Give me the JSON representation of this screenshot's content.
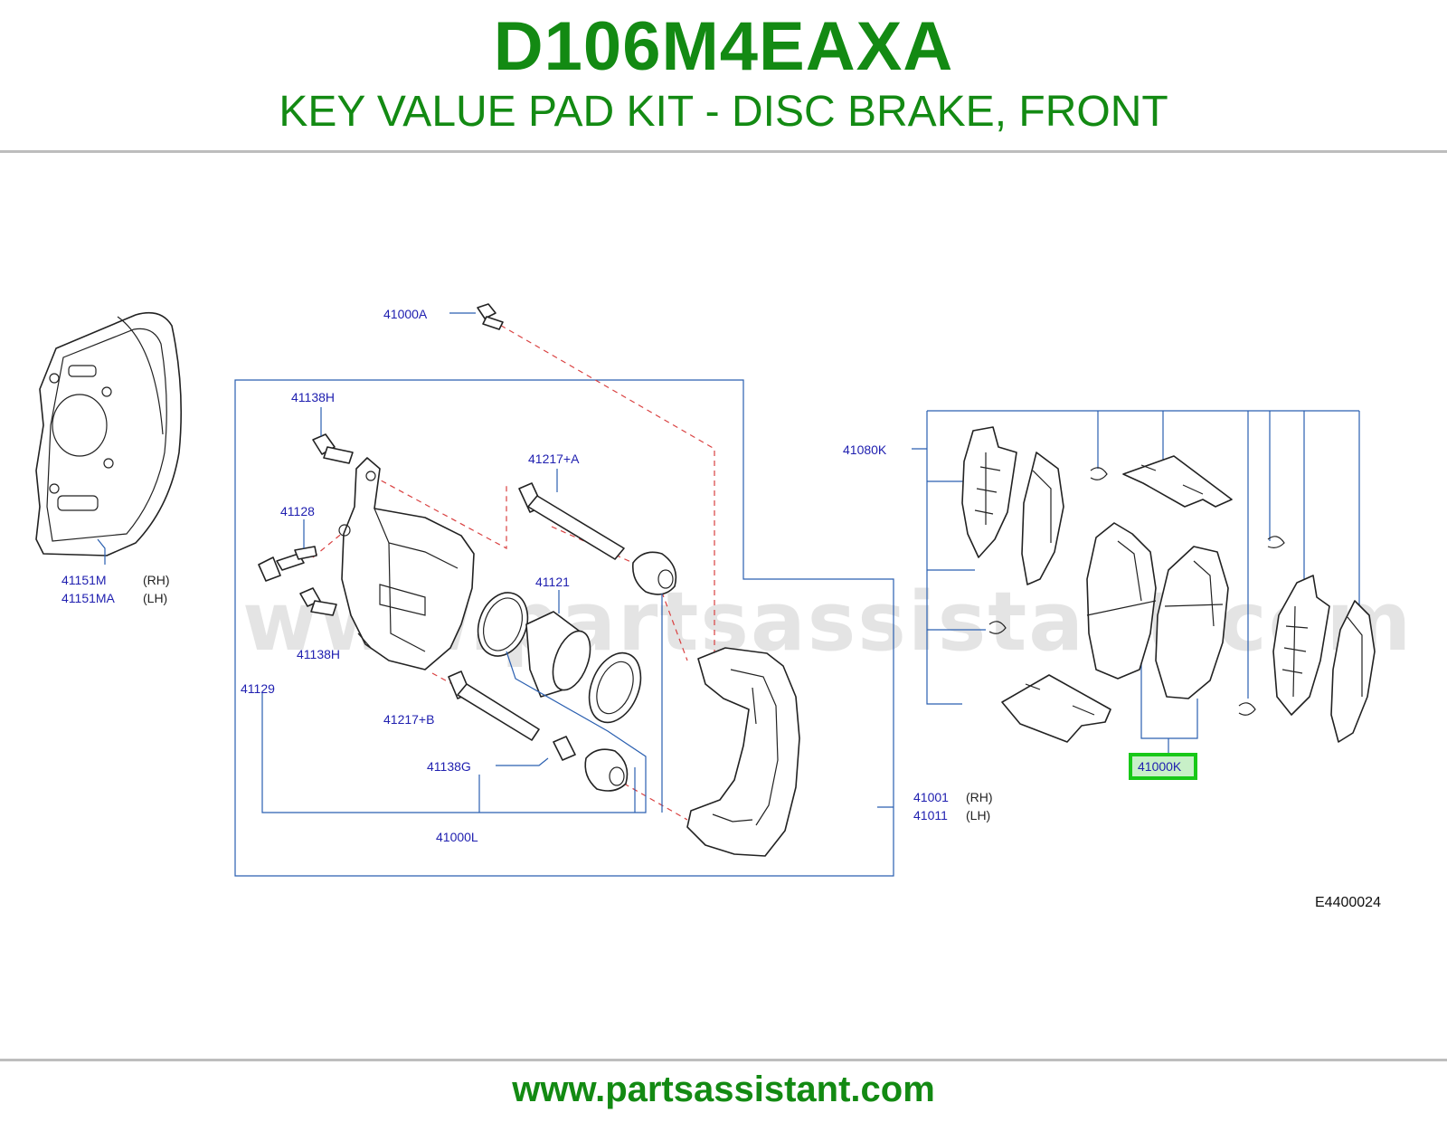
{
  "header": {
    "part_number": "D106M4EAXA",
    "description": "KEY VALUE PAD KIT - DISC BRAKE, FRONT"
  },
  "diagram": {
    "watermark": "www.partsassistant.com",
    "reference_code": "E4400024",
    "highlighted_part": "41000K",
    "labels": {
      "p41000A": "41000A",
      "p41138H_top": "41138H",
      "p41128": "41128",
      "p41217A": "41217+A",
      "p41121": "41121",
      "p41138H_mid": "41138H",
      "p41129": "41129",
      "p41217B": "41217+B",
      "p41138G": "41138G",
      "p41000L": "41000L",
      "p41001": "41001",
      "p41001_side": "(RH)",
      "p41011": "41011",
      "p41011_side": "(LH)",
      "p41151M": "41151M",
      "p41151M_side": "(RH)",
      "p41151MA": "41151MA",
      "p41151MA_side": "(LH)",
      "p41080K": "41080K",
      "p41000K": "41000K"
    }
  },
  "footer": {
    "website": "www.partsassistant.com"
  },
  "colors": {
    "brand_green": "#138a13",
    "label_blue": "#2020b0",
    "leader_blue": "#2a5fb0",
    "dash_red": "#d94040",
    "highlight_green": "#18c818"
  }
}
